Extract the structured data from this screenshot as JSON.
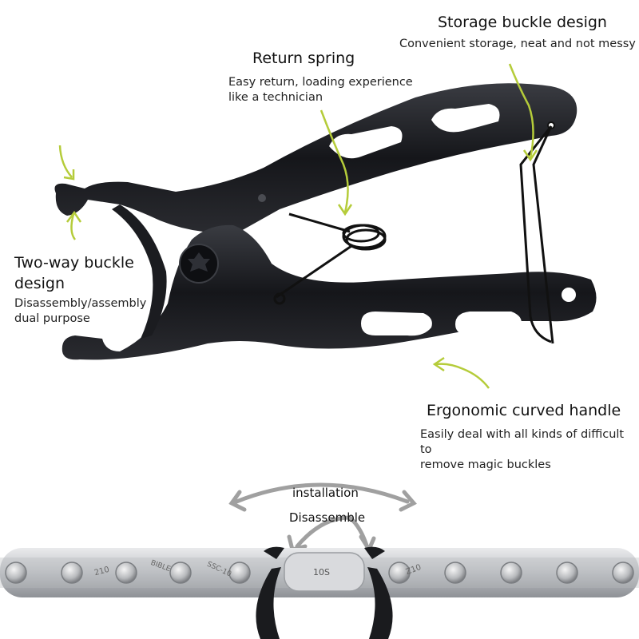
{
  "callouts": {
    "storage": {
      "title": "Storage buckle design",
      "desc": "Convenient storage, neat and not messy"
    },
    "spring": {
      "title": "Return spring",
      "desc": "Easy return, loading experience\nlike a technician"
    },
    "twoway": {
      "title": "Two-way buckle\ndesign",
      "desc": "Disassembly/assembly\ndual purpose"
    },
    "handle": {
      "title": "Ergonomic curved handle",
      "desc": "Easily deal with all kinds of difficult to\nremove magic buckles"
    }
  },
  "chain_demo": {
    "installation": "installation",
    "disassemble": "Disassemble",
    "link_marks": [
      "10S",
      "Z10",
      "BIBLE",
      "210",
      "SSC-10"
    ]
  },
  "colors": {
    "accent_arrow": "#b5cc3a",
    "tool_black": "#1a1b1e",
    "gray_arrow": "#9a9a9a",
    "chain_silver": "#cfd1d4"
  }
}
